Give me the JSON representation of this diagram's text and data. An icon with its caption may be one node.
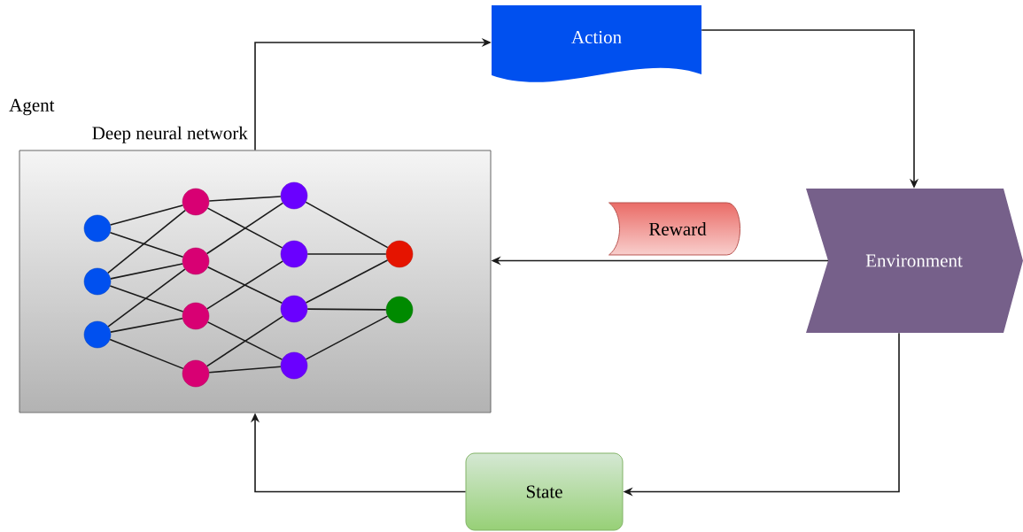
{
  "diagram": {
    "nodes": [
      {
        "text": [
          "Deep neural network"
        ],
        "beside": [
          "Agent"
        ]
      },
      {
        "text": [],
        "shape": "circle",
        "in": 0
      },
      {
        "text": [],
        "shape": "circle",
        "in": 0
      },
      {
        "text": [],
        "shape": "circle",
        "in": 0
      },
      {
        "text": [],
        "shape": "circle",
        "in": 0
      },
      {
        "text": [],
        "shape": "circle",
        "in": 0
      },
      {
        "text": [],
        "shape": "circle",
        "in": 0
      },
      {
        "text": [],
        "shape": "circle",
        "in": 0
      },
      {
        "text": [],
        "shape": "circle",
        "in": 0
      },
      {
        "text": [],
        "shape": "circle",
        "in": 0
      },
      {
        "text": [],
        "shape": "circle",
        "in": 0
      },
      {
        "text": [],
        "shape": "circle",
        "in": 0
      },
      {
        "text": [],
        "shape": "circle",
        "in": 0
      },
      {
        "text": [],
        "shape": "circle",
        "in": 0
      },
      {
        "text": [
          "Action"
        ]
      },
      {
        "text": [
          "Reward"
        ]
      },
      {
        "text": [
          "Environment"
        ]
      },
      {
        "text": [
          "State"
        ]
      }
    ],
    "edges": [
      {
        "from": 0,
        "to": 14,
        "arrow": "to"
      },
      {
        "from": 14,
        "to": 16,
        "arrow": "to"
      },
      {
        "from": 16,
        "to": 0,
        "arrow": "to"
      },
      {
        "from": 16,
        "to": 17,
        "arrow": "to"
      },
      {
        "from": 17,
        "to": 0,
        "arrow": "to"
      },
      {
        "from": 1,
        "to": 4,
        "arrow": "none"
      },
      {
        "from": 1,
        "to": 5,
        "arrow": "none"
      },
      {
        "from": 2,
        "to": 4,
        "arrow": "none"
      },
      {
        "from": 2,
        "to": 5,
        "arrow": "none"
      },
      {
        "from": 2,
        "to": 6,
        "arrow": "none"
      },
      {
        "from": 3,
        "to": 5,
        "arrow": "none"
      },
      {
        "from": 3,
        "to": 6,
        "arrow": "none"
      },
      {
        "from": 3,
        "to": 7,
        "arrow": "none"
      },
      {
        "from": 4,
        "to": 8,
        "arrow": "none"
      },
      {
        "from": 4,
        "to": 9,
        "arrow": "none"
      },
      {
        "from": 5,
        "to": 8,
        "arrow": "none"
      },
      {
        "from": 5,
        "to": 10,
        "arrow": "none"
      },
      {
        "from": 6,
        "to": 9,
        "arrow": "none"
      },
      {
        "from": 6,
        "to": 11,
        "arrow": "none"
      },
      {
        "from": 7,
        "to": 10,
        "arrow": "none"
      },
      {
        "from": 7,
        "to": 11,
        "arrow": "none"
      },
      {
        "from": 8,
        "to": 12,
        "arrow": "none"
      },
      {
        "from": 9,
        "to": 12,
        "arrow": "none"
      },
      {
        "from": 10,
        "to": 12,
        "arrow": "none"
      },
      {
        "from": 10,
        "to": 13,
        "arrow": "none"
      },
      {
        "from": 11,
        "to": 13,
        "arrow": "none"
      }
    ]
  }
}
